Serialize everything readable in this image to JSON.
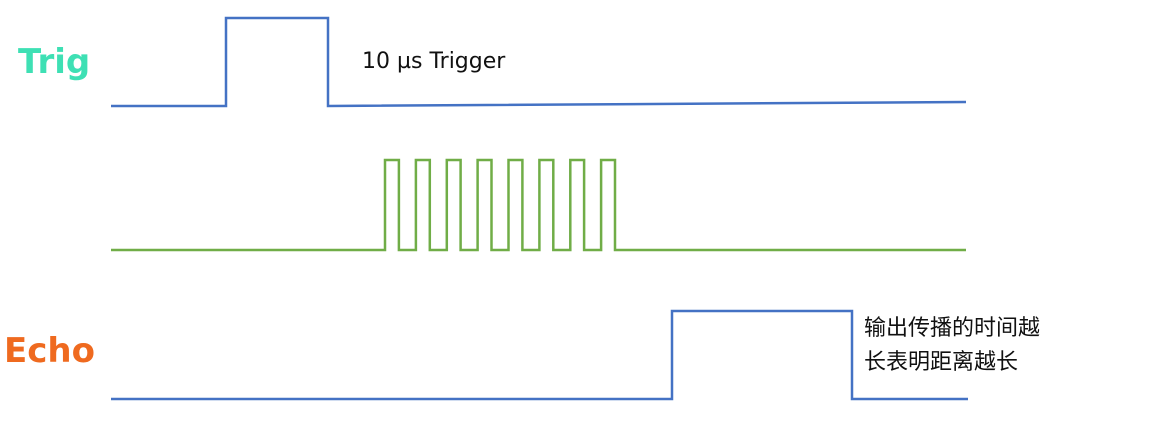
{
  "labels": {
    "trig": "Trig",
    "echo": "Echo"
  },
  "annotations": {
    "trigger_pulse": "10 µs Trigger",
    "echo_line1": "输出传播的时间越",
    "echo_line2": "长表明距离越长"
  },
  "colors": {
    "trig_label": "#3ee0b4",
    "echo_label": "#ef6a1f",
    "trig_wave": "#4472c4",
    "burst_wave": "#70ad47",
    "echo_wave": "#4472c4"
  },
  "signals": {
    "burst_cycles": 8
  }
}
